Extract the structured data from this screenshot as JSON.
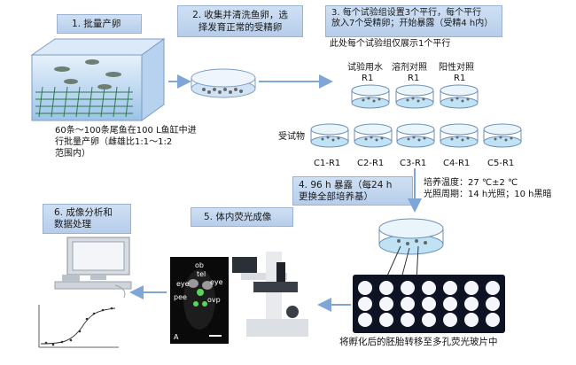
{
  "steps": {
    "s1": "1. 批量产卵",
    "s2_l1": "2. 收集并清洗鱼卵，选",
    "s2_l2": "择发育正常的受精卵",
    "s3_l1": "3. 每个试验组设置3个平行，每个平行",
    "s3_l2": "放入7个受精卵；开始暴露（受精4 h内）",
    "s3_l3": "此处每个试验组仅展示1个平行",
    "s4_l1": "4. 96 h 暴露（每24 h",
    "s4_l2": "更换全部培养基）",
    "s5": "5. 体内荧光成像",
    "s6_l1": "6. 成像分析和",
    "s6_l2": "数据处理"
  },
  "notes": {
    "tank_l1": "60条～100条尾鱼在100 L鱼缸中进",
    "tank_l2": "行批量产卵（雌雄比1:1～1:2",
    "tank_l3": "范围内）",
    "culture_temp": "培养温度：27 ℃±2 ℃",
    "culture_light": "光照周期：14 h光照；10 h黑暗",
    "transfer": "将孵化后的胚胎转移至多孔荧光玻片中",
    "test_substance": "受试物"
  },
  "control_groups": [
    {
      "name": "试验用水",
      "rep": "R1"
    },
    {
      "name": "溶剂对照",
      "rep": "R1"
    },
    {
      "name": "阳性对照",
      "rep": "R1"
    }
  ],
  "test_groups": [
    "C1-R1",
    "C2-R1",
    "C3-R1",
    "C4-R1",
    "C5-R1"
  ],
  "image_labels": {
    "ob": "ob",
    "tel": "tel",
    "eye1": "eye",
    "eye2": "eye",
    "pee": "pee",
    "ovp": "ovp",
    "panel": "A"
  },
  "colors": {
    "step_box": "#c4d8ef",
    "arrow": "#7ea6d6",
    "water": "#bfe3f4"
  }
}
